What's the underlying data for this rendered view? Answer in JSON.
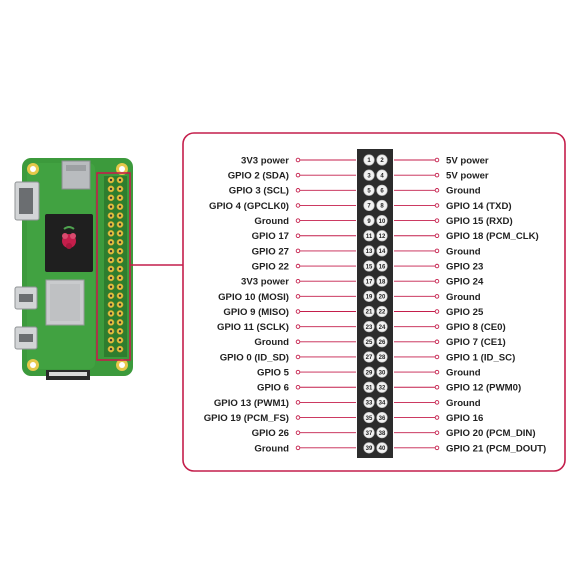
{
  "diagram": {
    "title": "",
    "colors": {
      "frame": "#c41e4b",
      "header_body": "#2c2c2c",
      "pin_fill": "#f2f2f2",
      "board_green": "#3c9a3c",
      "label_text": "#222222"
    },
    "left_labels": [
      "3V3 power",
      "GPIO 2 (SDA)",
      "GPIO 3 (SCL)",
      "GPIO 4 (GPCLK0)",
      "Ground",
      "GPIO 17",
      "GPIO 27",
      "GPIO 22",
      "3V3 power",
      "GPIO 10 (MOSI)",
      "GPIO 9 (MISO)",
      "GPIO 11 (SCLK)",
      "Ground",
      "GPIO 0 (ID_SD)",
      "GPIO 5",
      "GPIO 6",
      "GPIO 13 (PWM1)",
      "GPIO 19 (PCM_FS)",
      "GPIO 26",
      "Ground"
    ],
    "right_labels": [
      "5V power",
      "5V power",
      "Ground",
      "GPIO 14 (TXD)",
      "GPIO 15 (RXD)",
      "GPIO 18 (PCM_CLK)",
      "Ground",
      "GPIO 23",
      "GPIO 24",
      "Ground",
      "GPIO 25",
      "GPIO 8 (CE0)",
      "GPIO 7 (CE1)",
      "GPIO 1 (ID_SC)",
      "Ground",
      "GPIO 12 (PWM0)",
      "Ground",
      "GPIO 16",
      "GPIO 20 (PCM_DIN)",
      "GPIO 21 (PCM_DOUT)"
    ],
    "left_pins": [
      "1",
      "3",
      "5",
      "7",
      "9",
      "11",
      "13",
      "15",
      "17",
      "19",
      "21",
      "23",
      "25",
      "27",
      "29",
      "31",
      "33",
      "35",
      "37",
      "39"
    ],
    "right_pins": [
      "2",
      "4",
      "6",
      "8",
      "10",
      "12",
      "14",
      "16",
      "18",
      "20",
      "22",
      "24",
      "26",
      "28",
      "30",
      "32",
      "34",
      "36",
      "38",
      "40"
    ]
  }
}
